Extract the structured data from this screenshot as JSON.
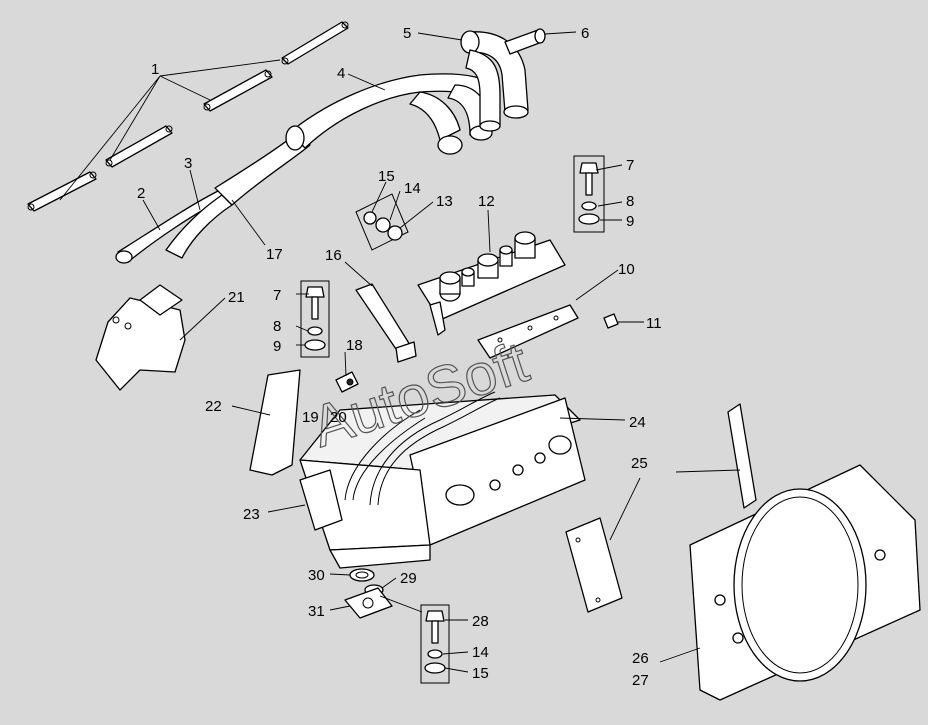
{
  "watermark": "AutoSoft",
  "callouts": [
    {
      "id": "c1",
      "text": "1"
    },
    {
      "id": "c2",
      "text": "2"
    },
    {
      "id": "c3",
      "text": "3"
    },
    {
      "id": "c4",
      "text": "4"
    },
    {
      "id": "c5",
      "text": "5"
    },
    {
      "id": "c6",
      "text": "6"
    },
    {
      "id": "c7a",
      "text": "7"
    },
    {
      "id": "c8a",
      "text": "8"
    },
    {
      "id": "c9a",
      "text": "9"
    },
    {
      "id": "c10",
      "text": "10"
    },
    {
      "id": "c11",
      "text": "11"
    },
    {
      "id": "c12",
      "text": "12"
    },
    {
      "id": "c13",
      "text": "13"
    },
    {
      "id": "c14a",
      "text": "14"
    },
    {
      "id": "c15a",
      "text": "15"
    },
    {
      "id": "c16",
      "text": "16"
    },
    {
      "id": "c17",
      "text": "17"
    },
    {
      "id": "c18",
      "text": "18"
    },
    {
      "id": "c19",
      "text": "19"
    },
    {
      "id": "c20",
      "text": "20"
    },
    {
      "id": "c21",
      "text": "21"
    },
    {
      "id": "c22",
      "text": "22"
    },
    {
      "id": "c23",
      "text": "23"
    },
    {
      "id": "c24",
      "text": "24"
    },
    {
      "id": "c25",
      "text": "25"
    },
    {
      "id": "c26",
      "text": "26"
    },
    {
      "id": "c27",
      "text": "27"
    },
    {
      "id": "c7b",
      "text": "7"
    },
    {
      "id": "c8b",
      "text": "8"
    },
    {
      "id": "c9b",
      "text": "9"
    },
    {
      "id": "c28",
      "text": "28"
    },
    {
      "id": "c14b",
      "text": "14"
    },
    {
      "id": "c15b",
      "text": "15"
    },
    {
      "id": "c29",
      "text": "29"
    },
    {
      "id": "c30",
      "text": "30"
    },
    {
      "id": "c31",
      "text": "31"
    }
  ]
}
